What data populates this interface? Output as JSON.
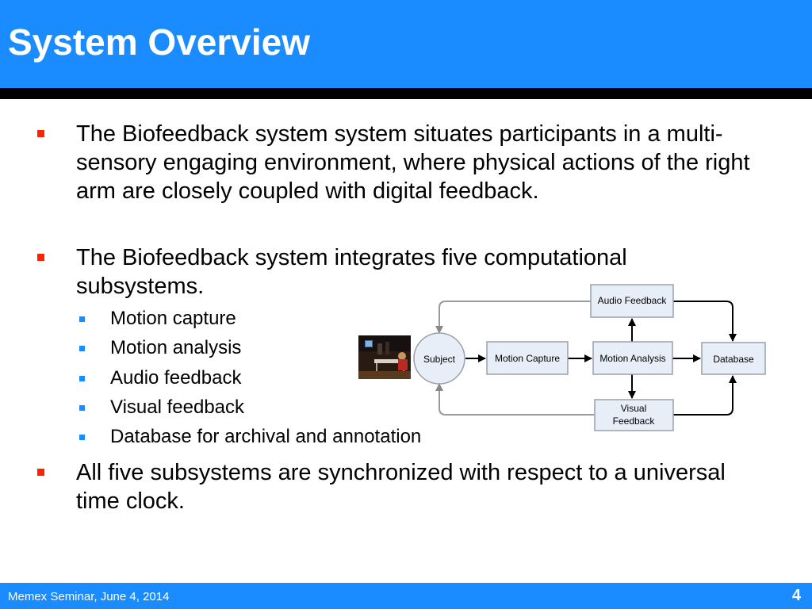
{
  "slide": {
    "title": "System Overview",
    "bullets": [
      "The Biofeedback system system situates participants in a multi-sensory engaging environment, where physical actions of the right arm are closely coupled with digital feedback.",
      "The Biofeedback system integrates five computational subsystems.",
      "All five subsystems are synchronized with respect to a universal time clock."
    ],
    "sub_bullets": [
      "Motion capture",
      "Motion analysis",
      "Audio feedback",
      "Visual feedback",
      "Database for archival and annotation"
    ]
  },
  "diagram": {
    "nodes": {
      "subject": "Subject",
      "motion_capture": "Motion Capture",
      "motion_analysis": "Motion Analysis",
      "database": "Database",
      "audio_feedback": "Audio Feedback",
      "visual_feedback_line1": "Visual",
      "visual_feedback_line2": "Feedback"
    }
  },
  "footer": {
    "text": "Memex Seminar, June 4, 2014",
    "page_number": "4"
  },
  "colors": {
    "accent_blue": "#1a8cff",
    "bullet_red": "#ff2200",
    "node_fill": "#e8eef7",
    "node_stroke": "#9aa0a8"
  }
}
